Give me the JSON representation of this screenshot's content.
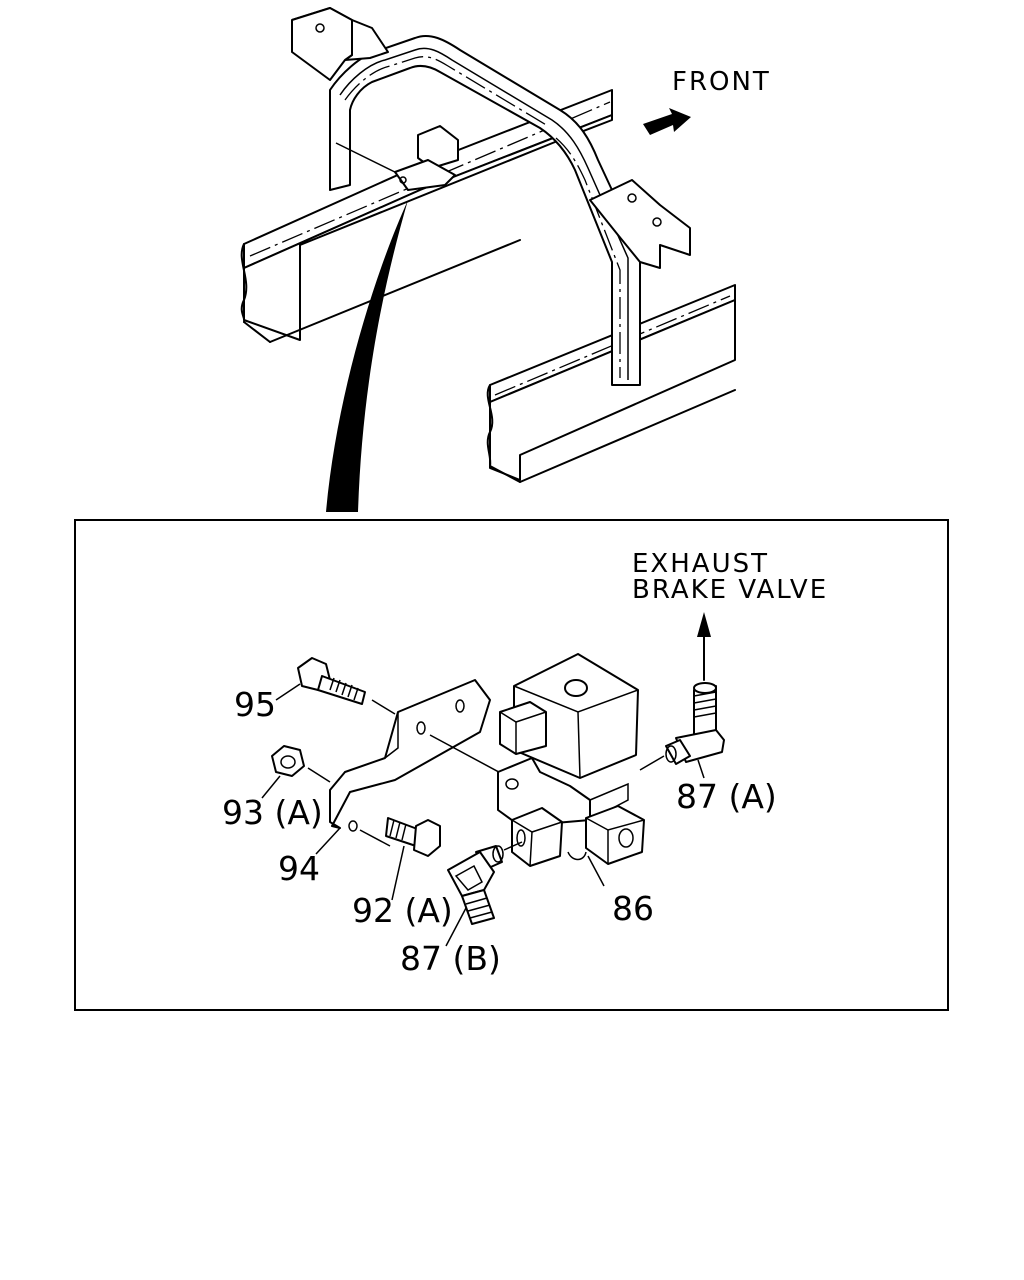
{
  "direction_label": "FRONT",
  "destination_label": {
    "line1": "EXHAUST",
    "line2": "BRAKE VALVE"
  },
  "callouts": {
    "p95": "95",
    "p93a": "93 (A)",
    "p94": "94",
    "p92a": "92 (A)",
    "p87b": "87 (B)",
    "p86": "86",
    "p87a": "87 (A)"
  }
}
